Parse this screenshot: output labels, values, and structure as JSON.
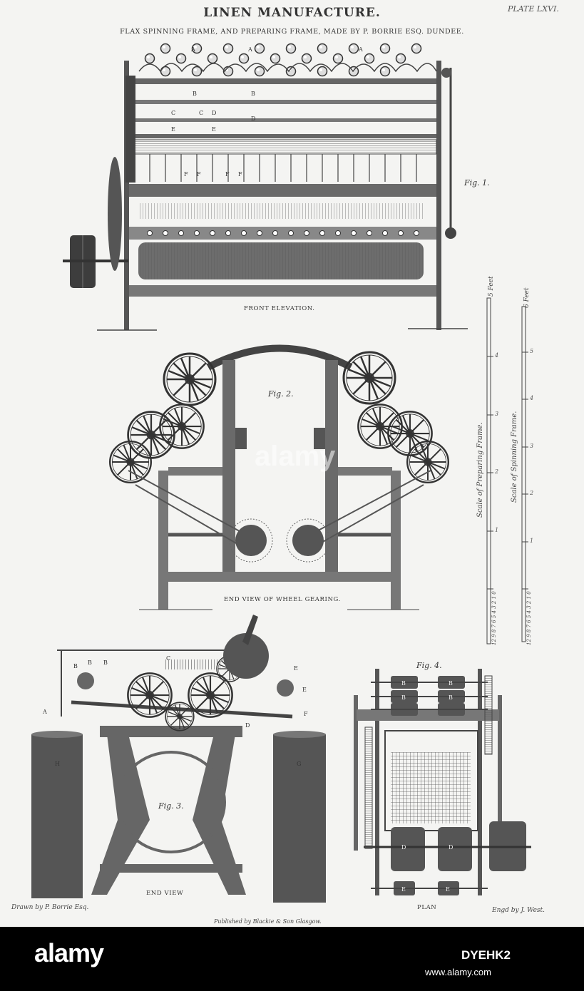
{
  "header": {
    "title": "LINEN MANUFACTURE.",
    "subtitle": "FLAX SPINNING FRAME, AND PREPARING FRAME, MADE BY P. BORRIE ESQ. DUNDEE.",
    "plate": "PLATE LXVI."
  },
  "figures": {
    "fig1": {
      "label": "Fig. 1.",
      "caption": "FRONT ELEVATION."
    },
    "fig2": {
      "label": "Fig. 2.",
      "caption": "END VIEW OF WHEEL GEARING."
    },
    "fig3": {
      "label": "Fig. 3.",
      "caption": "END VIEW"
    },
    "fig4": {
      "label": "Fig. 4.",
      "caption": "PLAN"
    }
  },
  "scales": {
    "preparing": {
      "label": "Scale of Preparing Frame.",
      "unit": "5 Feet",
      "ticks": [
        "4",
        "3",
        "2",
        "1"
      ],
      "fine": "12 9 8 7 6 5 4 3 2 1 0"
    },
    "spinning": {
      "label": "Scale of Spinning Frame.",
      "unit": "6 Feet",
      "ticks": [
        "5",
        "4",
        "3",
        "2",
        "1"
      ],
      "fine": "12 9 8 7 6 5 4 3 2 1 0"
    }
  },
  "letters": {
    "A": "A",
    "B": "B",
    "C": "C",
    "D": "D",
    "E": "E",
    "F": "F",
    "G": "G",
    "H": "H"
  },
  "credits": {
    "drawn": "Drawn by P. Borrie Esq.",
    "engraved": "Engd by J. West.",
    "published": "Published by Blackie & Son Glasgow."
  },
  "watermark": {
    "text": "alamy"
  },
  "stock": {
    "brand": "alamy",
    "id": "DYEHK2",
    "url": "www.alamy.com"
  }
}
